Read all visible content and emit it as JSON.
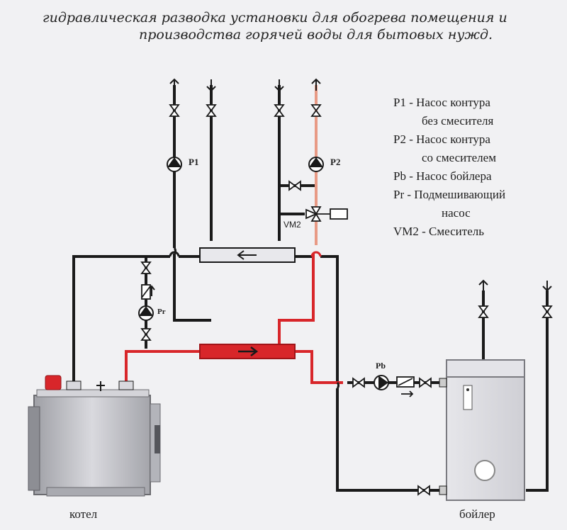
{
  "title": {
    "line1": "гидравлическая разводка установки для обогрева помещения и",
    "line2": "производства горячей воды для бытовых нужд."
  },
  "legend": [
    {
      "code": "P1",
      "line1": "P1 - Насос контура",
      "line2": "без смесителя"
    },
    {
      "code": "P2",
      "line1": "P2 - Насос контура",
      "line2": "со смесителем"
    },
    {
      "code": "Pb",
      "line1": "Pb - Насос бойлера",
      "line2": ""
    },
    {
      "code": "Pr",
      "line1": "Pr - Подмешивающий",
      "line2": "насос"
    },
    {
      "code": "VM2",
      "line1": "VM2 - Смеситель",
      "line2": ""
    }
  ],
  "labels": {
    "pump_p1": "P1",
    "pump_p2": "P2",
    "pump_pb": "Pb",
    "pump_pr": "Pr",
    "mixer": "VM2",
    "boiler": "котел",
    "water_heater": "бойлер"
  },
  "colors": {
    "pipe_cold": "#1a1a1a",
    "pipe_hot": "#d8262a",
    "pipe_mixed": "#e89a85",
    "device_body": "#c9c9cf"
  }
}
